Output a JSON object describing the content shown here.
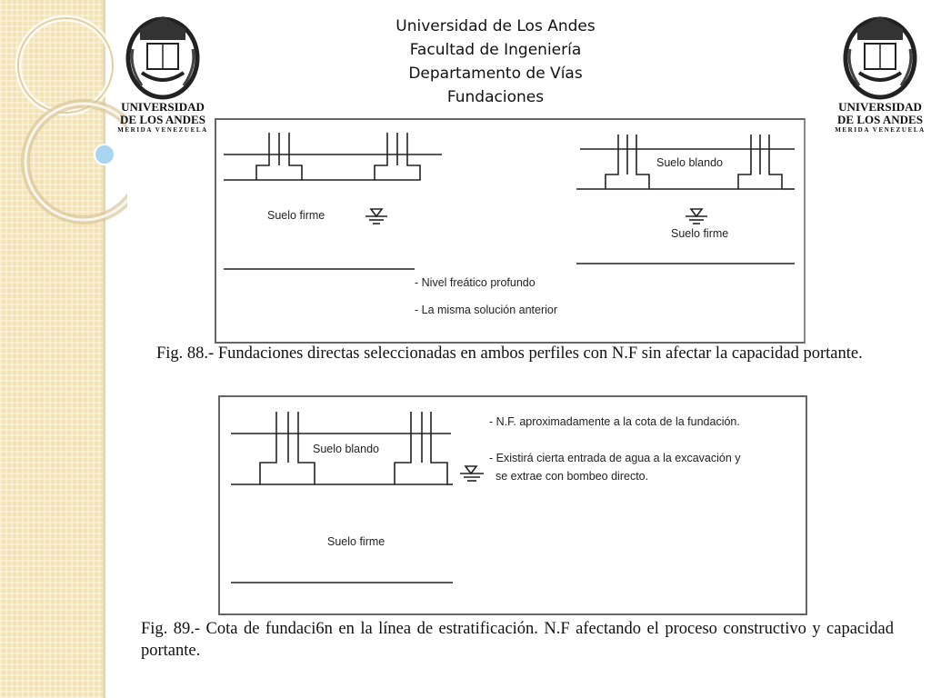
{
  "header": {
    "line1": "Universidad de Los Andes",
    "line2": "Facultad de Ingeniería",
    "line3": "Departamento de Vías",
    "line4": "Fundaciones"
  },
  "logo": {
    "name_line1": "UNIVERSIDAD",
    "name_line2": "DE LOS ANDES",
    "city": "MERIDA VENEZUELA"
  },
  "figure1": {
    "left_soil": "Suelo firme",
    "right_soil_top": "Suelo blando",
    "right_soil_bottom": "Suelo  firme",
    "note1": "- Nivel freático profundo",
    "note2": "- La misma solución anterior"
  },
  "caption1": "Fig. 88.- Fundaciones directas seleccionadas en ambos perfiles con N.F sin afectar la capacidad portante.",
  "figure2": {
    "soil_top": "Suelo blando",
    "soil_bottom": "Suelo  firme",
    "note1": "- N.F. aproximadamente a la cota de la fundación.",
    "note2": "- Existirá cierta entrada de agua a la excavación y",
    "note3": "  se extrae con bombeo directo."
  },
  "caption2": "Fig. 89.- Cota de fundaci6n en la línea de estratificación. N.F afectando el proceso constructivo y capacidad portante.",
  "colors": {
    "band": "#f3e2b3",
    "ring": "#e4d2a6",
    "bullet": "#a8d6f0"
  }
}
